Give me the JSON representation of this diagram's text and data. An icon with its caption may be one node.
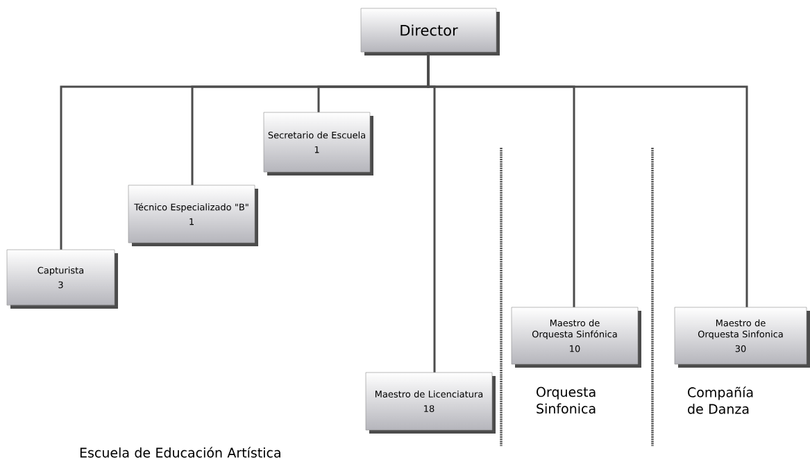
{
  "diagram": {
    "nodes": [
      {
        "text": [
          "Director"
        ]
      },
      {
        "text": [
          "Capturista",
          "3"
        ]
      },
      {
        "text": [
          "Técnico Especializado \"B\"",
          "1"
        ]
      },
      {
        "text": [
          "Secretario de Escuela",
          "1"
        ]
      },
      {
        "text": [
          "Maestro de Licenciatura",
          "18"
        ]
      },
      {
        "text": [
          "Maestro de Orquesta Sinfónica",
          "10"
        ]
      },
      {
        "text": [
          "Maestro de Orquesta Sinfonica",
          "30"
        ]
      }
    ],
    "edges": [
      {
        "from": 0,
        "to": 1,
        "arrow": "none"
      },
      {
        "from": 0,
        "to": 2,
        "arrow": "none"
      },
      {
        "from": 0,
        "to": 3,
        "arrow": "none"
      },
      {
        "from": 0,
        "to": 4,
        "arrow": "none"
      },
      {
        "from": 0,
        "to": 5,
        "arrow": "none"
      },
      {
        "from": 0,
        "to": 6,
        "arrow": "none"
      }
    ],
    "labels": [
      "Orquesta Sinfonica",
      "Compañía de Danza",
      "Escuela de Educación Artística"
    ]
  }
}
